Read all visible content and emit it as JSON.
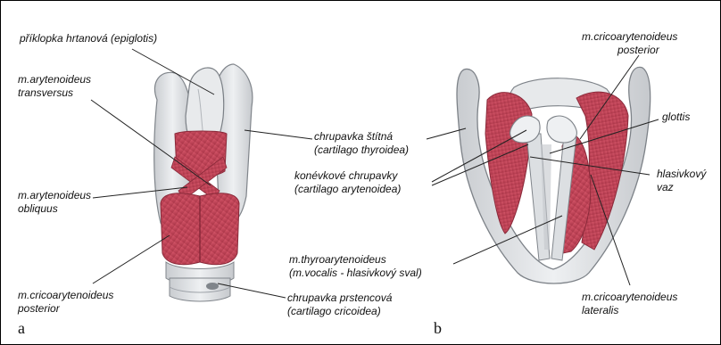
{
  "panels": {
    "a": "a",
    "b": "b"
  },
  "labels": {
    "epiglotis": "příklopka hrtanová (epiglotis)",
    "arytenoideus_transversus_1": "m.arytenoideus",
    "arytenoideus_transversus_2": "transversus",
    "arytenoideus_obliquus_1": "m.arytenoideus",
    "arytenoideus_obliquus_2": "obliquus",
    "cricoarytenoideus_posterior_a_1": "m.cricoarytenoideus",
    "cricoarytenoideus_posterior_a_2": "posterior",
    "thyroidea_1": "chrupavka štítná",
    "thyroidea_2": "(cartilago thyroidea)",
    "arytenoidea_1": "konévkové chrupavky",
    "arytenoidea_2": "(cartilago arytenoidea)",
    "thyroarytenoideus_1": "m.thyroarytenoideus",
    "thyroarytenoideus_2": "(m.vocalis - hlasivkový sval)",
    "cricoidea_1": "chrupavka prstencová",
    "cricoidea_2": "(cartilago cricoidea)",
    "cricoarytenoideus_posterior_b_1": "m.cricoarytenoideus",
    "cricoarytenoideus_posterior_b_2": "posterior",
    "glottis": "glottis",
    "hlasivkovy_vaz_1": "hlasivkový",
    "hlasivkovy_vaz_2": "vaz",
    "cricoarytenoideus_lateralis_1": "m.cricoarytenoideus",
    "cricoarytenoideus_lateralis_2": "lateralis"
  },
  "colors": {
    "muscle": "#c8485a",
    "muscle_dark": "#9e2f42",
    "cartilage": "#e4e6e8",
    "cartilage_shadow": "#b9bdc2",
    "outline": "#6e7379",
    "leader": "#222222"
  }
}
